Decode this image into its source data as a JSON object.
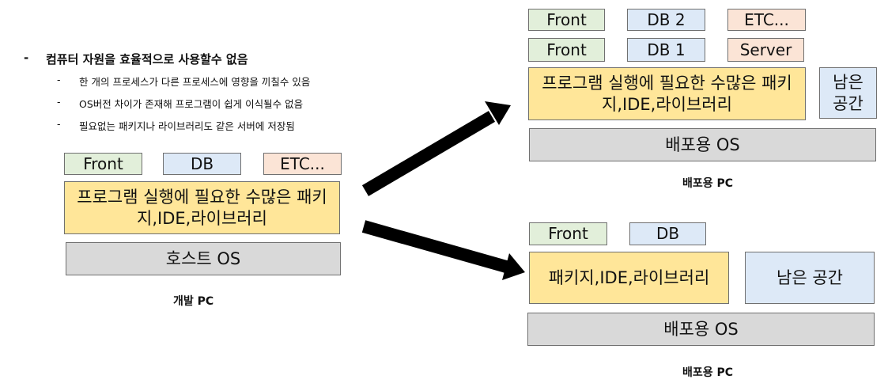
{
  "notes": {
    "main": "컴퓨터 자원을 효율적으로 사용할수 없음",
    "dash": "-",
    "subs": [
      "한 개의 프로세스가 다른 프로세스에 영향을 끼칠수 있음",
      "OS버전 차이가 존재해 프로그램이 쉽게 이식될수 없음",
      "필요없는 패키지나 라이브러리도 같은 서버에 저장됨"
    ]
  },
  "dev_pc": {
    "tags": [
      "Front",
      "DB",
      "ETC..."
    ],
    "packages": "프로그램 실행에 필요한 수많은 패키지,IDE,라이브러리",
    "os": "호스트 OS",
    "caption": "개발 PC"
  },
  "deploy_pc_1": {
    "tags_row1": [
      "Front",
      "DB 2",
      "ETC..."
    ],
    "tags_row2": [
      "Front",
      "DB 1",
      "Server"
    ],
    "packages": "프로그램 실행에 필요한 수많은 패키지,IDE,라이브러리",
    "free_space": "남은 공간",
    "os": "배포용 OS",
    "caption": "배포용 PC"
  },
  "deploy_pc_2": {
    "tags": [
      "Front",
      "DB"
    ],
    "packages": "패키지,IDE,라이브러리",
    "free_space": "남은 공간",
    "os": "배포용 OS",
    "caption": "배포용 PC"
  },
  "colors": {
    "front": "#e2efda",
    "db": "#dde9f7",
    "etc": "#fbe4d6",
    "packages": "#ffe699",
    "os": "#d9d9d9",
    "arrow": "#000000"
  }
}
